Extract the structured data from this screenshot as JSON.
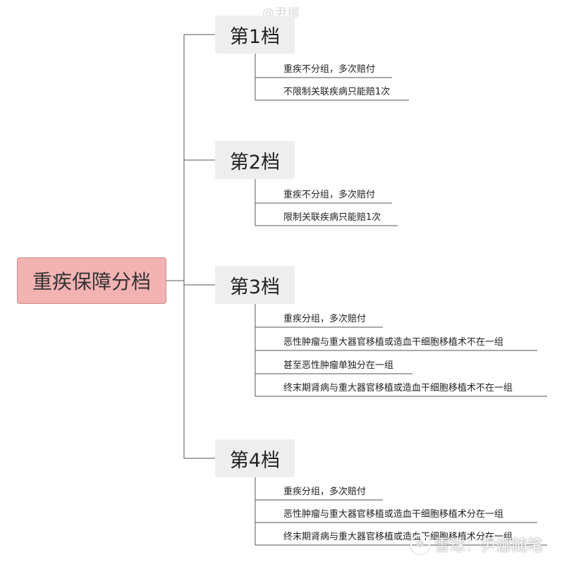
{
  "watermark_top": "@尹娜",
  "root": {
    "label": "重疾保障分档"
  },
  "tiers": [
    {
      "label": "第1档",
      "items": [
        "重疾不分组，多次赔付",
        "不限制关联疾病只能赔1次"
      ]
    },
    {
      "label": "第2档",
      "items": [
        "重疾不分组，多次赔付",
        "限制关联疾病只能赔1次"
      ]
    },
    {
      "label": "第3档",
      "items": [
        "重疾分组，多次赔付",
        "恶性肿瘤与重大器官移植或造血干细胞移植术不在一组",
        "甚至恶性肿瘤单独分在一组",
        "终末期肾病与重大器官移植或造血干细胞移植术不在一组"
      ]
    },
    {
      "label": "第4档",
      "items": [
        "重疾分组，多次赔付",
        "恶性肿瘤与重大器官移植或造血干细胞移植术分在一组",
        "终末期肾病与重大器官移植或造血干细胞移植术分在一组"
      ]
    }
  ],
  "watermark_bottom": "雪球：尹娜随笔",
  "colors": {
    "root_fill": "#f4b3b3",
    "root_border": "#c98a8a",
    "tier_fill": "#eeeeee",
    "line": "#555555"
  }
}
